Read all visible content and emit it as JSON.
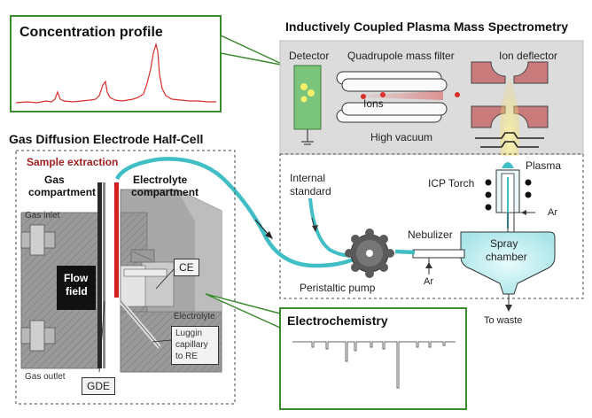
{
  "titles": {
    "concentration": "Concentration profile",
    "icpms": "Inductively Coupled Plasma Mass Spectrometry",
    "gde_halfcell": "Gas Diffusion Electrode Half-Cell",
    "electrochemistry": "Electrochemistry"
  },
  "gde": {
    "sample_extraction": "Sample extraction",
    "gas_compartment_1": "Gas",
    "gas_compartment_2": "compartment",
    "electrolyte_compartment_1": "Electrolyte",
    "electrolyte_compartment_2": "compartment",
    "gas_inlet": "Gas inlet",
    "gas_outlet": "Gas outlet",
    "flow_field_1": "Flow",
    "flow_field_2": "field",
    "ce": "CE",
    "electrolyte": "Electrolyte",
    "luggin_1": "Luggin",
    "luggin_2": "capillary",
    "luggin_3": "to RE",
    "gde": "GDE"
  },
  "icp": {
    "detector": "Detector",
    "quadrupole": "Quadrupole mass filter",
    "ion_deflector": "Ion deflector",
    "ions": "Ions",
    "high_vacuum": "High vacuum",
    "plasma": "Plasma",
    "icp_torch": "ICP Torch",
    "ar_torch": "Ar",
    "internal_standard_1": "Internal",
    "internal_standard_2": "standard",
    "nebulizer": "Nebulizer",
    "spray_chamber_1": "Spray",
    "spray_chamber_2": "chamber",
    "ar_nebulizer": "Ar",
    "peristaltic_pump": "Peristaltic pump",
    "to_waste": "To waste"
  },
  "colors": {
    "tube": "#3fbec5",
    "signal": "#d9302c",
    "panel_green": "#3c8a2e",
    "sample_red": "#a02020",
    "vacuum_bg": "#dcdcdc",
    "deflector": "#c97b7b",
    "detector": "#7bc47b"
  }
}
